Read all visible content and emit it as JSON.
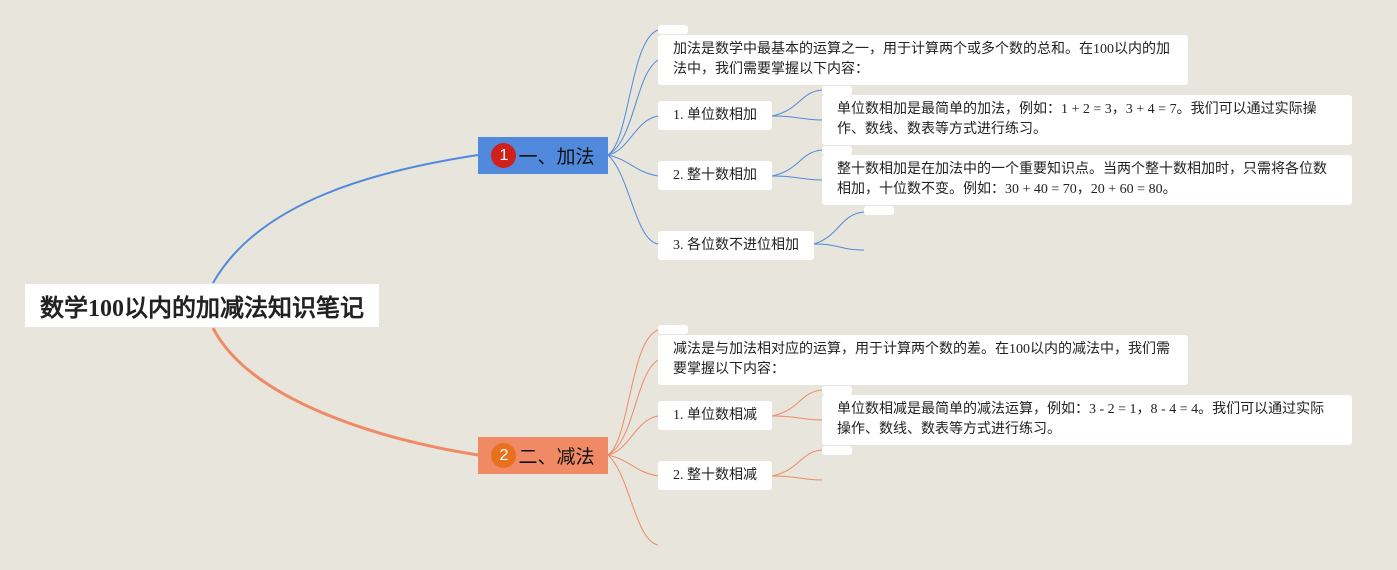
{
  "root": {
    "title": "数学100以内的加减法知识笔记"
  },
  "branches": {
    "add": {
      "marker": "1",
      "label": "一、加法",
      "color": "#5189dc",
      "marker_color": "#d0201c",
      "intro": "加法是数学中最基本的运算之一，用于计算两个或多个数的总和。在100以内的加法中，我们需要掌握以下内容：",
      "items": [
        {
          "label": "1. 单位数相加",
          "detail": "单位数相加是最简单的加法，例如：1 + 2 = 3，3 + 4 = 7。我们可以通过实际操作、数线、数表等方式进行练习。"
        },
        {
          "label": "2. 整十数相加",
          "detail": "整十数相加是在加法中的一个重要知识点。当两个整十数相加时，只需将各位数相加，十位数不变。例如：30 + 40 = 70，20 + 60 = 80。"
        },
        {
          "label": "3. 各位数不进位相加"
        }
      ]
    },
    "sub": {
      "marker": "2",
      "label": "二、减法",
      "color": "#ef8a64",
      "marker_color": "#e8701e",
      "intro": "减法是与加法相对应的运算，用于计算两个数的差。在100以内的减法中，我们需要掌握以下内容：",
      "items": [
        {
          "label": "1. 单位数相减",
          "detail": "单位数相减是最简单的减法运算，例如：3 - 2 = 1，8 - 4 = 4。我们可以通过实际操作、数线、数表等方式进行练习。"
        },
        {
          "label": "2. 整十数相减"
        }
      ]
    }
  }
}
